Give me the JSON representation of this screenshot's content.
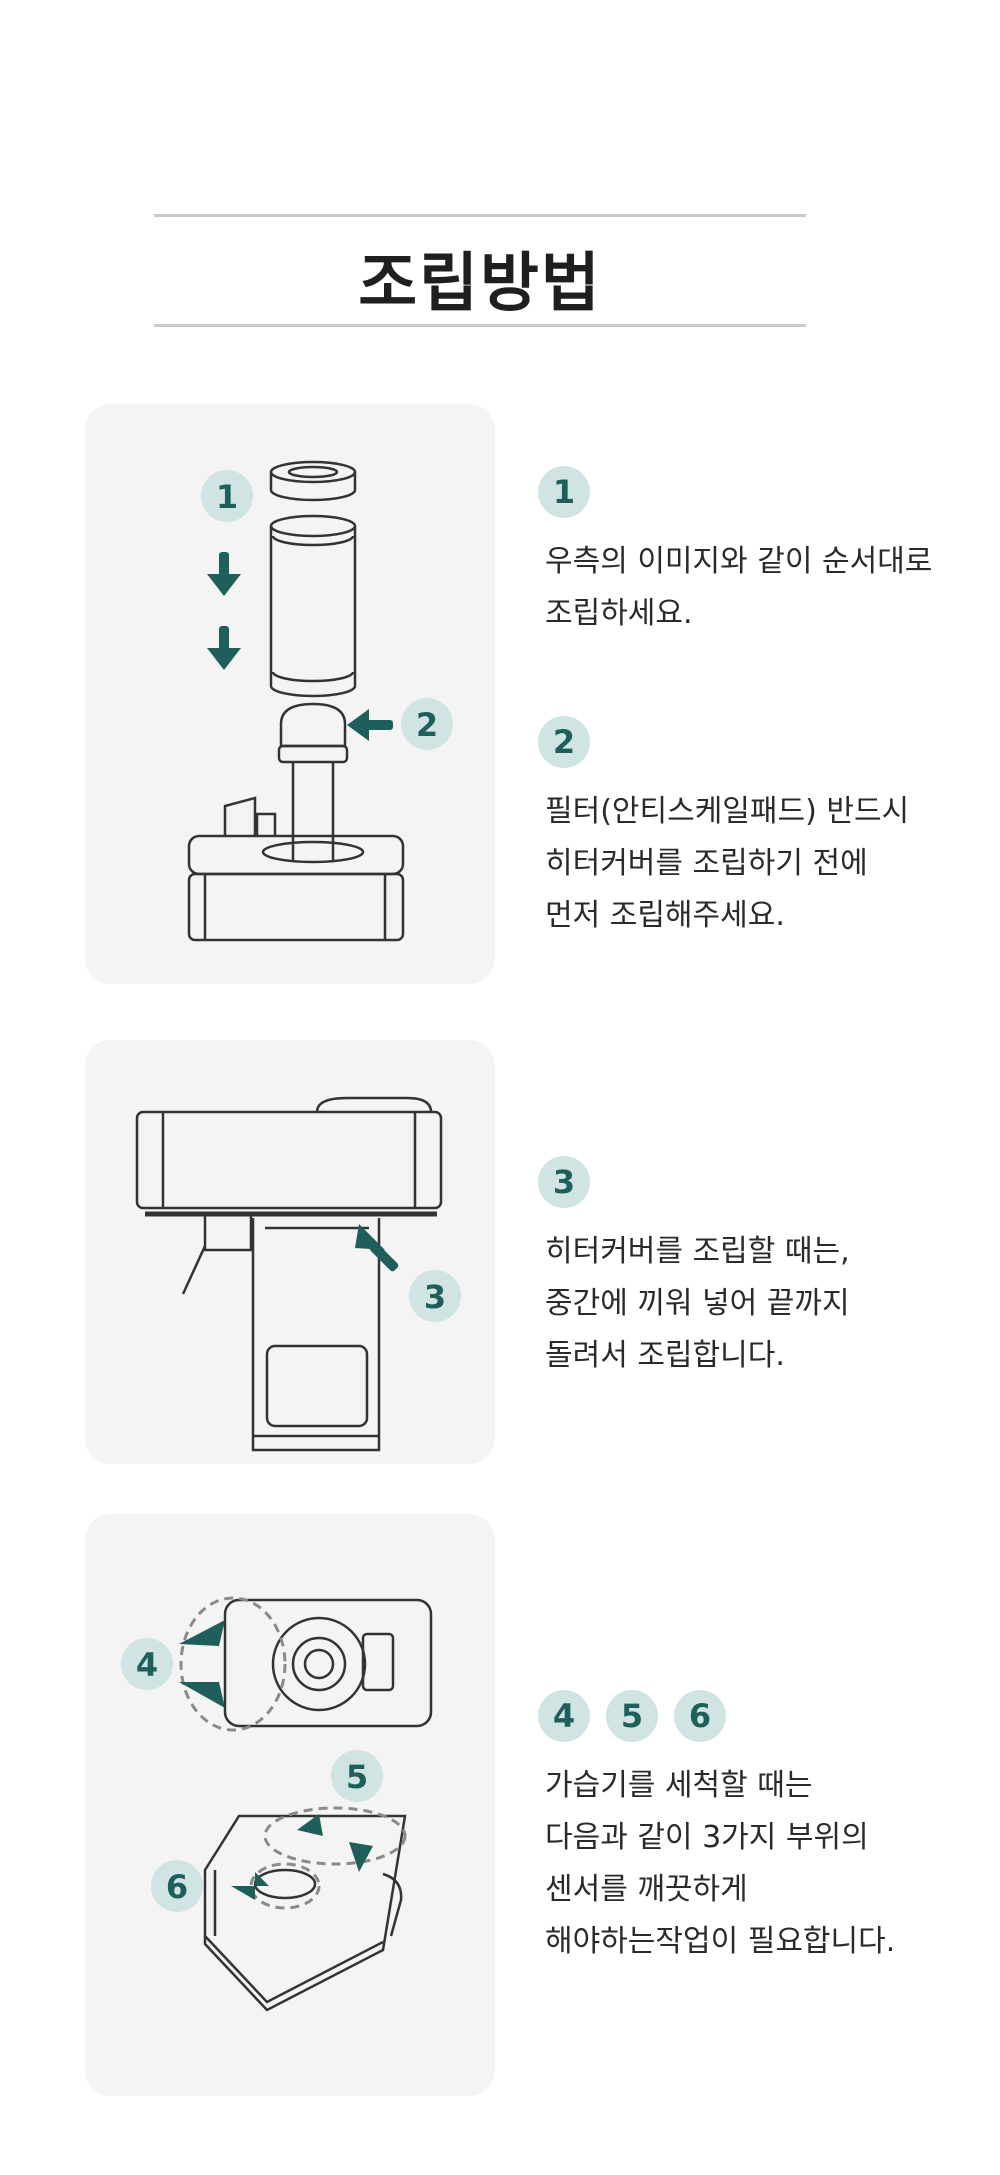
{
  "header": {
    "title": "조립방법"
  },
  "cards": {
    "c1": {
      "labels": [
        "1",
        "2"
      ]
    },
    "c2": {
      "labels": [
        "3"
      ]
    },
    "c3": {
      "labels": [
        "4",
        "5",
        "6"
      ]
    }
  },
  "steps": [
    {
      "badges": [
        "1"
      ],
      "lines": [
        "우측의 이미지와 같이 순서대로",
        "조립하세요."
      ]
    },
    {
      "badges": [
        "2"
      ],
      "lines": [
        "필터(안티스케일패드) 반드시",
        "히터커버를 조립하기 전에",
        "먼저 조립해주세요."
      ]
    },
    {
      "badges": [
        "3"
      ],
      "lines": [
        "히터커버를 조립할 때는,",
        "중간에 끼워 넣어 끝까지",
        "돌려서 조립합니다."
      ]
    },
    {
      "badges": [
        "4",
        "5",
        "6"
      ],
      "lines": [
        "가습기를 세척할 때는",
        "다음과 같이 3가지 부위의",
        "센서를 깨끗하게",
        "해야하는작업이 필요합니다."
      ]
    }
  ],
  "colors": {
    "accent": "#1f5f5b",
    "badge_bg": "#cfe4e3",
    "card_bg": "#f4f4f4",
    "rule": "#c9c9c9"
  },
  "icons": [
    "down-arrow-icon",
    "pointer-arrow-icon",
    "dashed-circle-marker"
  ]
}
